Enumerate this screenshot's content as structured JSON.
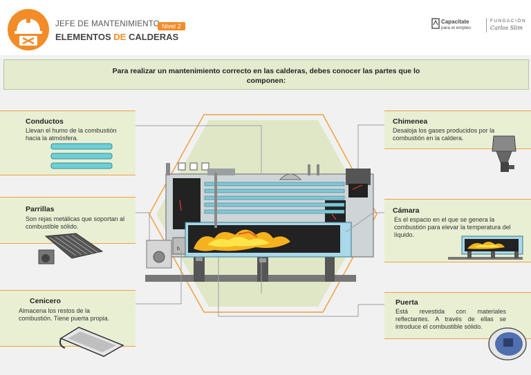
{
  "header": {
    "title": "JEFE DE MANTENIMIENTO",
    "subtitle_part1": "ELEMENTOS ",
    "subtitle_accent": "DE",
    "subtitle_part2": " CALDERAS",
    "level": "Nivel 2",
    "brand_capacitate": "Capacítate",
    "brand_capacitate_sub": "para el empleo",
    "brand_fundacion": "FUNDACIÓN",
    "brand_fundacion_name": "Carlos Slim"
  },
  "intro": {
    "text": "Para realizar un mantenimiento correcto en las calderas, debes conocer las partes que lo componen:"
  },
  "parts": {
    "conductos": {
      "title": "Conductos",
      "desc": "Llevan el humo de la combustión hacia la atmósfera."
    },
    "parrillas": {
      "title": "Parrillas",
      "desc": "Son rejas metálicas que soportan al combustible sólido."
    },
    "cenicero": {
      "title": "Cenicero",
      "desc": "Almacena los restos de la combustión. Tiene puerta propia."
    },
    "chimenea": {
      "title": "Chimenea",
      "desc": "Desaloja los gases producidos por la combustión en la caldera."
    },
    "camara": {
      "title": "Cámara",
      "desc": "Es el espacio en el que se genera la combustión para elevar la temperatura del líquido."
    },
    "puerta": {
      "title": "Puerta",
      "desc": "Está revestida con materiales reflectantes. A través de ellas se introduce el combustible sólido."
    }
  },
  "boiler": {
    "label_b": "b"
  },
  "colors": {
    "accent": "#f28c28",
    "panel": "#e9efd3",
    "hexagon": "#dfe7c6"
  }
}
